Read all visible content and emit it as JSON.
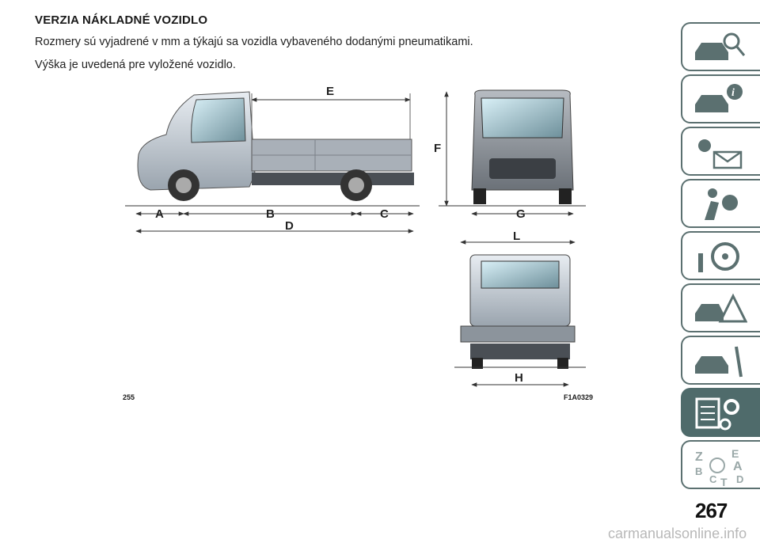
{
  "heading": "VERZIA NÁKLADNÉ VOZIDLO",
  "paragraph1": "Rozmery sú vyjadrené v mm a týkajú sa vozidla vybaveného dodanými pneumatikami.",
  "paragraph2": "Výška je uvedená pre vyložené vozidlo.",
  "figure": {
    "number": "255",
    "code": "F1A0329",
    "labels": {
      "A": "A",
      "B": "B",
      "C": "C",
      "D": "D",
      "E": "E",
      "F": "F",
      "G": "G",
      "H": "H",
      "L": "L"
    }
  },
  "sidebar_tabs": [
    {
      "icon": "car-search-icon",
      "active": false
    },
    {
      "icon": "car-info-icon",
      "active": false
    },
    {
      "icon": "warning-lights-mail-icon",
      "active": false
    },
    {
      "icon": "airbag-seat-icon",
      "active": false
    },
    {
      "icon": "steering-wheel-icon",
      "active": false
    },
    {
      "icon": "car-warning-triangle-icon",
      "active": false
    },
    {
      "icon": "car-wrench-icon",
      "active": false
    },
    {
      "icon": "specs-gear-icon",
      "active": true
    },
    {
      "icon": "alphabet-index-icon",
      "active": false
    }
  ],
  "index_letters": [
    "Z",
    "E",
    "A",
    "B",
    "C",
    "T",
    "D"
  ],
  "page_number": "267",
  "watermark": "carmanualsonline.info",
  "colors": {
    "tab_border": "#5b7070",
    "tab_active": "#4f6b6b"
  }
}
